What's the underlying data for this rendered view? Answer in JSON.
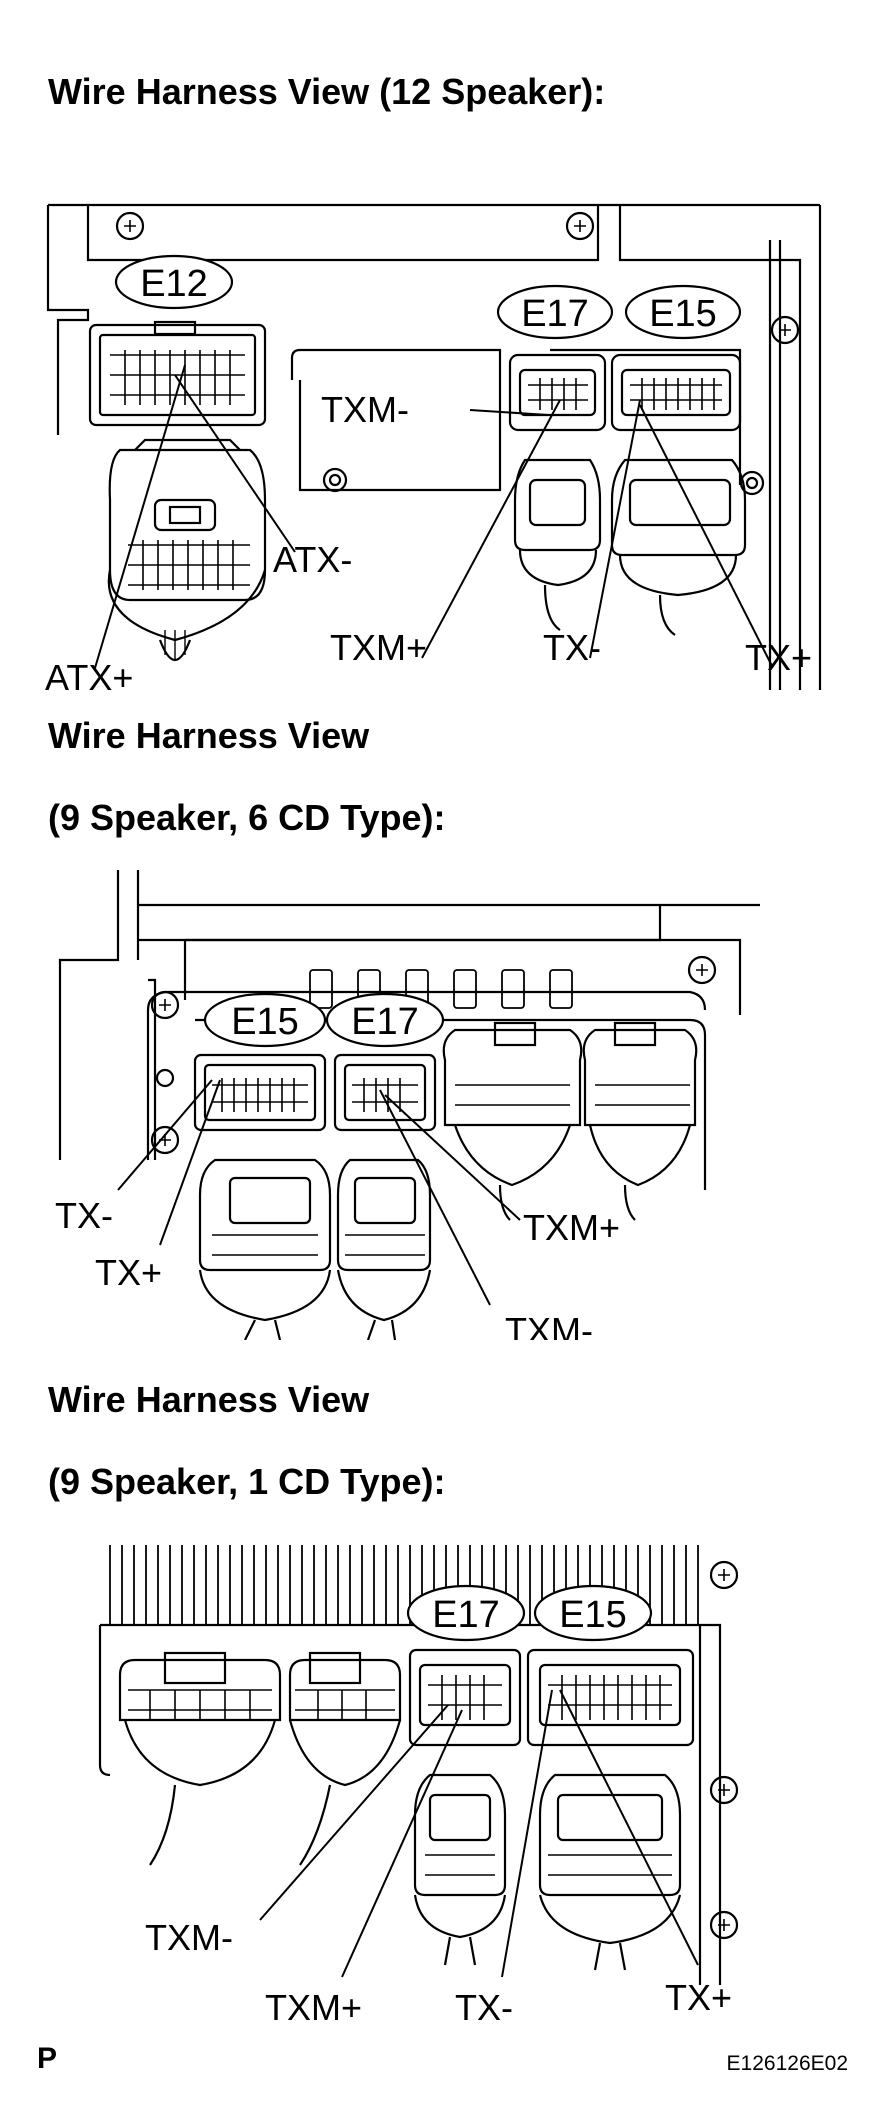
{
  "sections": [
    {
      "title_lines": [
        "Wire Harness View (12 Speaker):"
      ],
      "connectors": [
        "E12",
        "E17",
        "E15"
      ],
      "terminals": [
        "TXM-",
        "ATX-",
        "ATX+",
        "TXM+",
        "TX-",
        "TX+"
      ]
    },
    {
      "title_lines": [
        "Wire Harness View",
        "(9 Speaker, 6 CD Type):"
      ],
      "connectors": [
        "E15",
        "E17"
      ],
      "terminals": [
        "TX-",
        "TX+",
        "TXM+",
        "TXM-"
      ]
    },
    {
      "title_lines": [
        "Wire Harness View",
        "(9 Speaker, 1 CD Type):"
      ],
      "connectors": [
        "E17",
        "E15"
      ],
      "terminals": [
        "TXM-",
        "TXM+",
        "TX-",
        "TX+"
      ]
    }
  ],
  "footer": {
    "letter": "P",
    "figure_code": "E126126E02"
  }
}
